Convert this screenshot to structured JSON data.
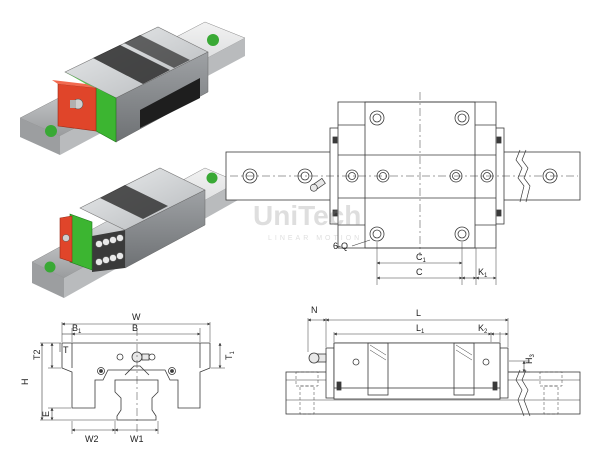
{
  "watermark": {
    "brand": "UniTech",
    "tagline": "LINEAR MOTION"
  },
  "top_view": {
    "hole_label": "6-Q",
    "dims": {
      "c1": "C",
      "c1_sub": "1",
      "c": "C",
      "k1": "K",
      "k1_sub": "1"
    }
  },
  "front_view": {
    "dims": {
      "w": "W",
      "b": "B",
      "b1": "B",
      "b1_sub": "1",
      "t": "T",
      "t2": "T2",
      "t1": "T",
      "t1_sub": "1",
      "h": "H",
      "e": "E",
      "w2": "W2",
      "w1": "W1"
    }
  },
  "side_view": {
    "dims": {
      "n": "N",
      "l": "L",
      "l1": "L",
      "l1_sub": "1",
      "k2": "K",
      "k2_sub": "2",
      "h3": "H",
      "h3_sub": "3"
    }
  },
  "colors": {
    "end_seal_green": "#3cb531",
    "end_cap_red": "#e0452a",
    "block_steel": "#c9cccf",
    "rail_steel": "#d6d8da",
    "dot_green": "#39a935",
    "line": "#3a3a3a"
  }
}
